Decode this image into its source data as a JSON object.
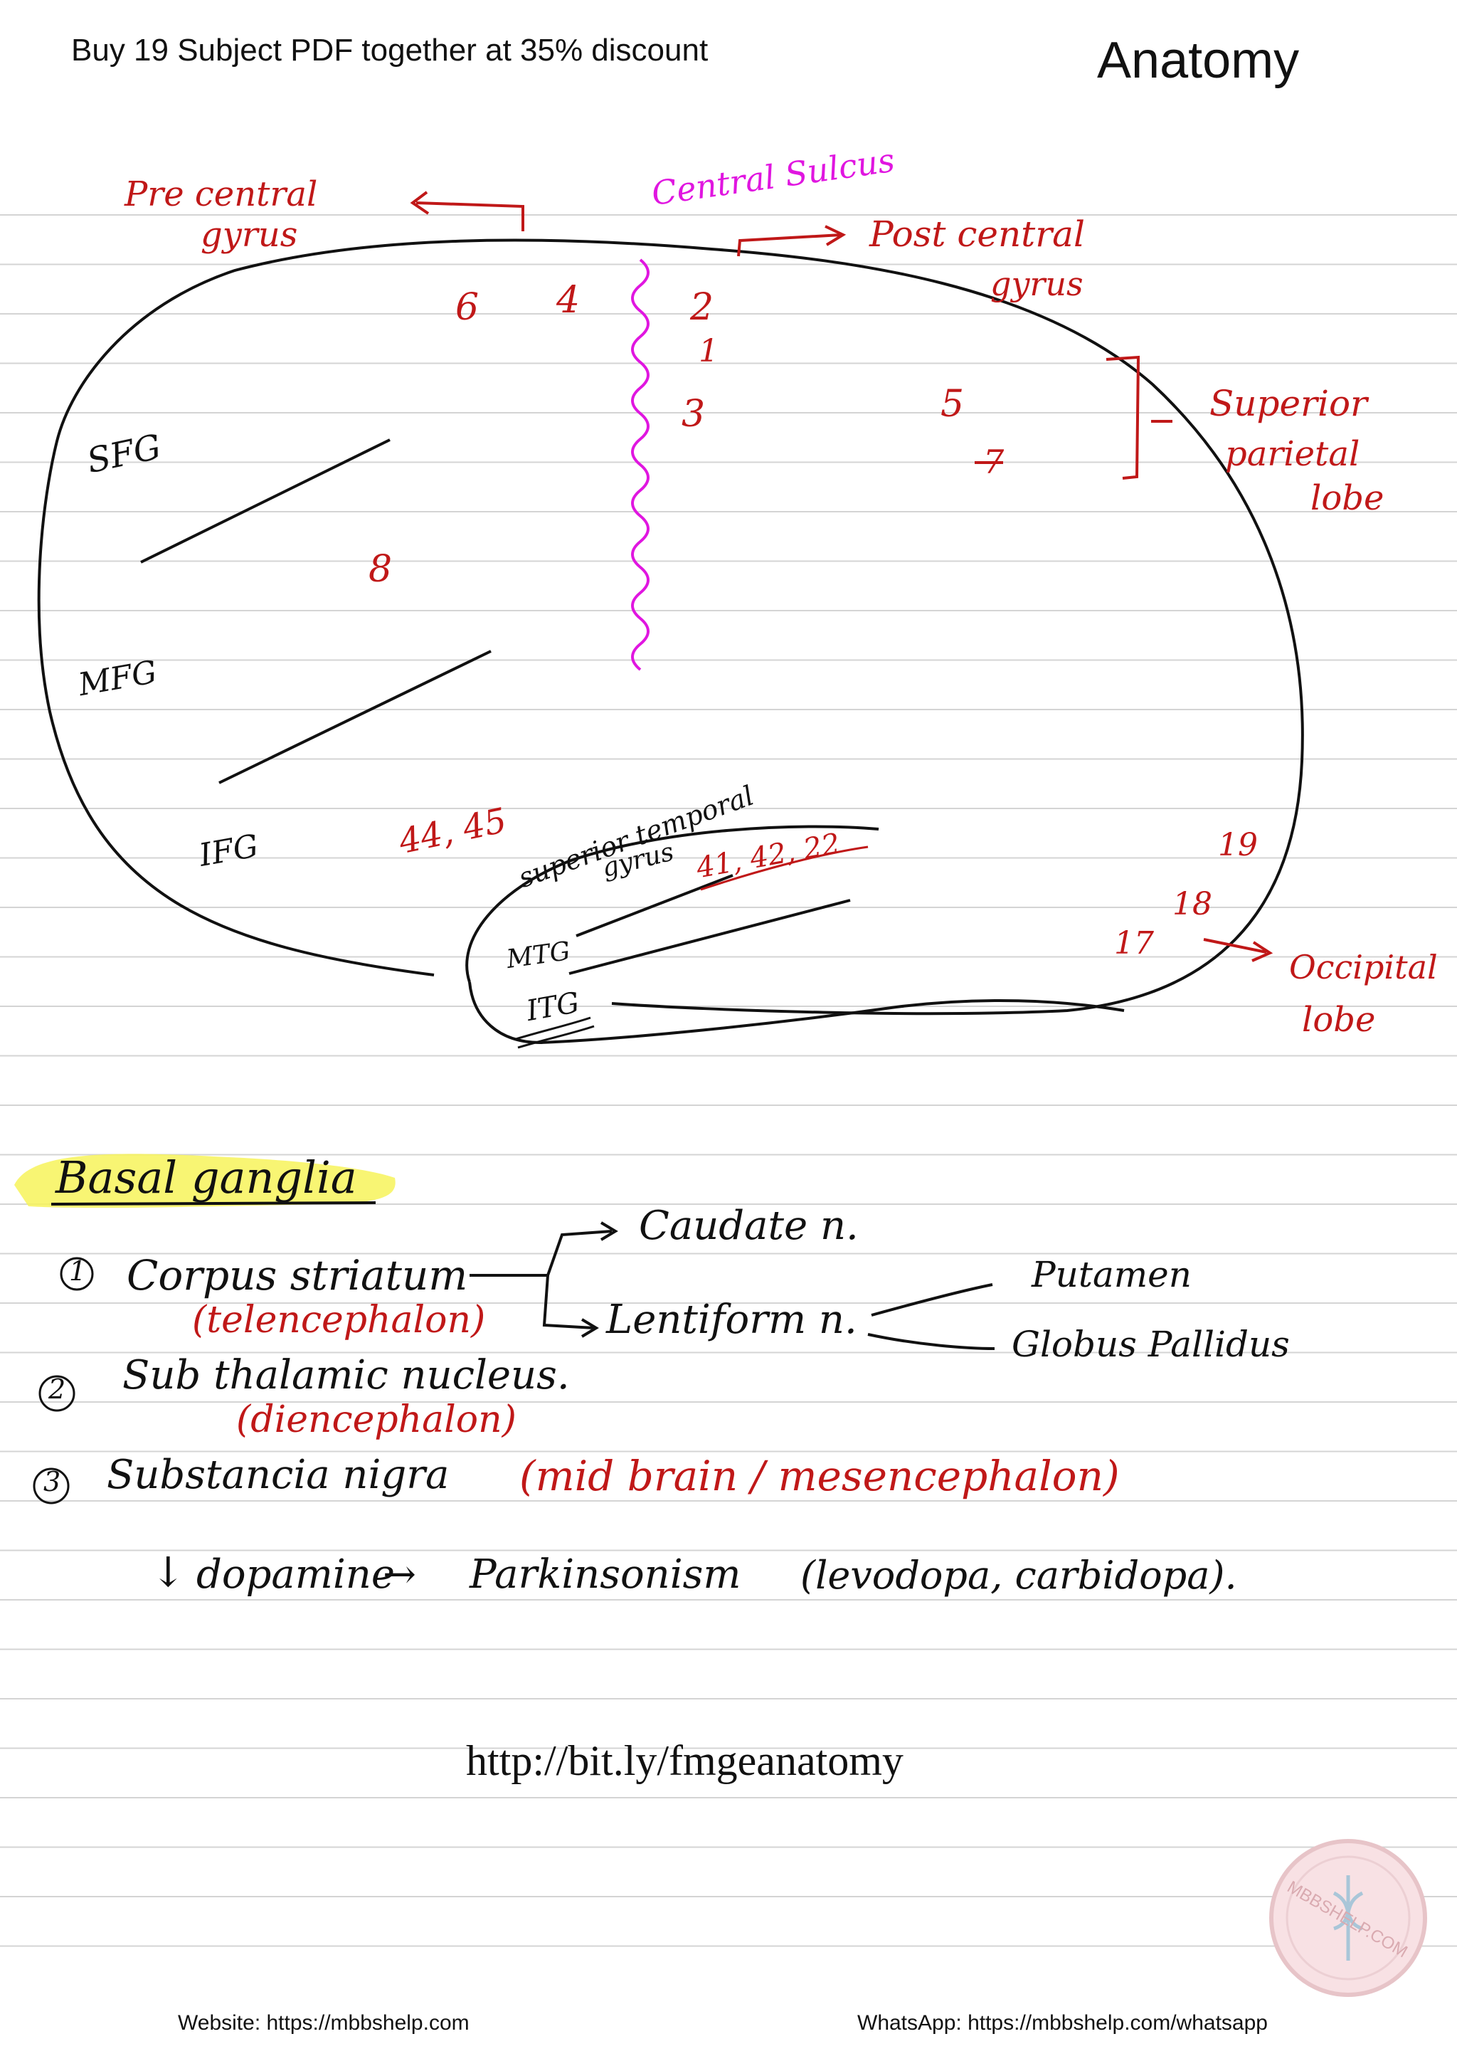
{
  "header": {
    "promo": "Buy 19 Subject PDF together at 35% discount",
    "subject": "Anatomy"
  },
  "brain_diagram": {
    "labels": {
      "precentral": "Pre central",
      "precentral2": "gyrus",
      "central_sulcus": "Central Sulcus",
      "postcentral": "Post central",
      "postcentral2": "gyrus",
      "superior_parietal": "Superior",
      "superior_parietal2": "parietal",
      "superior_parietal3": "lobe",
      "occipital": "Occipital",
      "occipital2": "lobe",
      "sfg": "SFG",
      "mfg": "MFG",
      "ifg": "IFG",
      "stg": "superior temporal",
      "stg2": "gyrus",
      "mtg": "MTG",
      "itg": "ITG"
    },
    "areas": {
      "a6": "6",
      "a4": "4",
      "a2": "2",
      "a1": "1",
      "a3": "3",
      "a5": "5",
      "a7": "7",
      "a8": "8",
      "a44_45": "44, 45",
      "a41_42_22": "41, 42, 22",
      "a19": "19",
      "a18": "18",
      "a17": "17"
    }
  },
  "basal_ganglia": {
    "title": "Basal ganglia",
    "item1_num": "1",
    "item1": "Corpus striatum",
    "item1_sub": "(telencephalon)",
    "caudate": "Caudate n.",
    "lentiform": "Lentiform n.",
    "putamen": "Putamen",
    "globus": "Globus Pallidus",
    "item2_num": "2",
    "item2": "Sub thalamic nucleus.",
    "item2_sub": "(diencephalon)",
    "item3_num": "3",
    "item3": "Substancia nigra",
    "item3_sub": "(mid brain / mesencephalon)",
    "dopamine_arrow": "↓",
    "dopamine": "dopamine",
    "dopamine_to": "→",
    "parkinsonism": "Parkinsonism",
    "treatment": "(levodopa, carbidopa)."
  },
  "link": "http://bit.ly/fmgeanatomy",
  "footer": {
    "website": "Website: https://mbbshelp.com",
    "whatsapp": "WhatsApp: https://mbbshelp.com/whatsapp"
  },
  "colors": {
    "red_ink": "#c01818",
    "magenta_ink": "#e016e0",
    "highlight": "#f7f35a"
  }
}
